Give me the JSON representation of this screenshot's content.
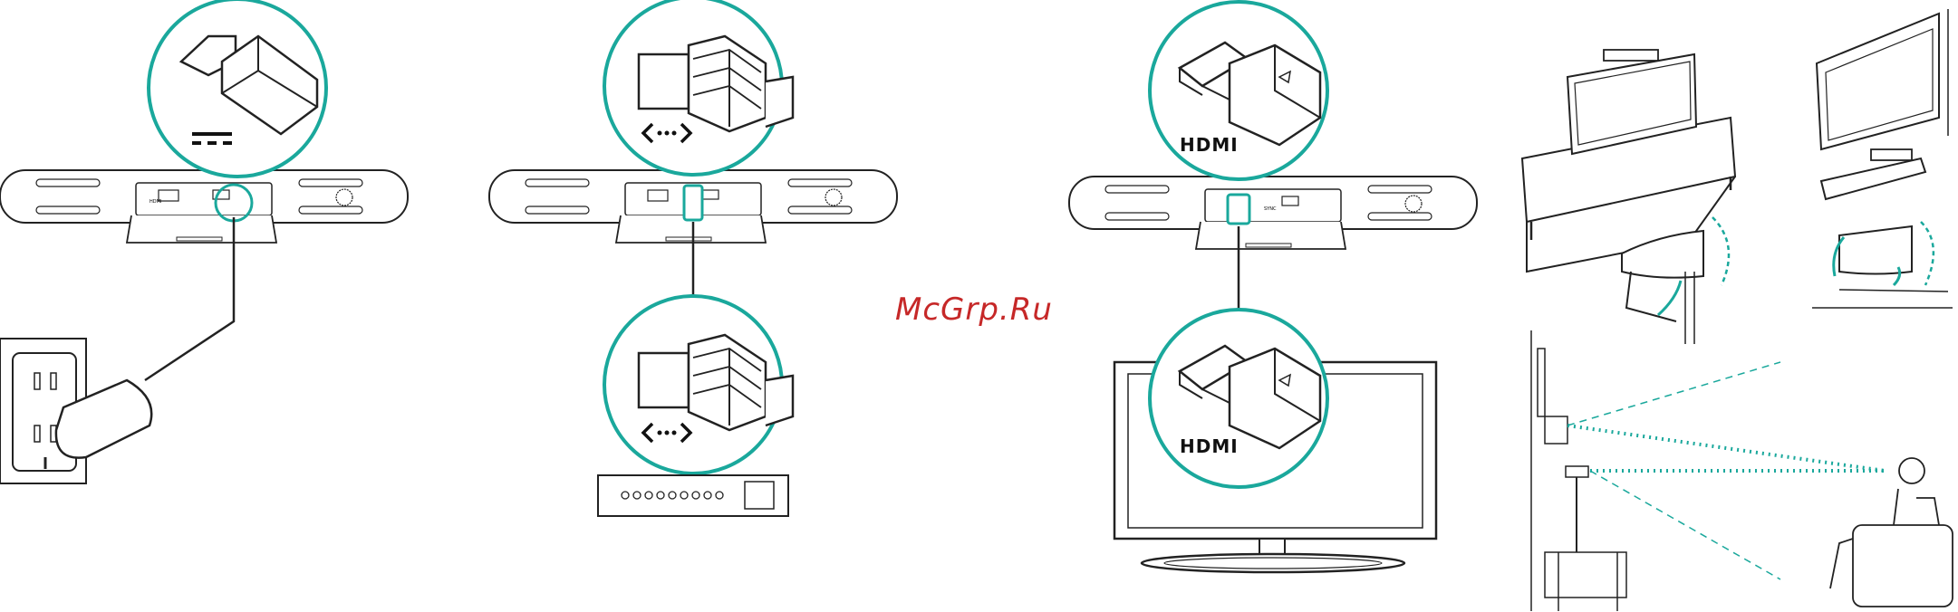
{
  "watermark": {
    "text": "McGrp.Ru",
    "color": "#c62828"
  },
  "colors": {
    "accent": "#1aa89c",
    "line": "#222222",
    "bg": "#ffffff"
  },
  "labels": {
    "hdmi_callout_top": "HDMI",
    "hdmi_callout_tv": "HDMI",
    "port_hdmi": "HDMI",
    "port_sync": "SYNC"
  },
  "icons": {
    "power": "dc-power-symbol",
    "network": "network-arrows-symbol",
    "hdmi": "hdmi-logo"
  }
}
